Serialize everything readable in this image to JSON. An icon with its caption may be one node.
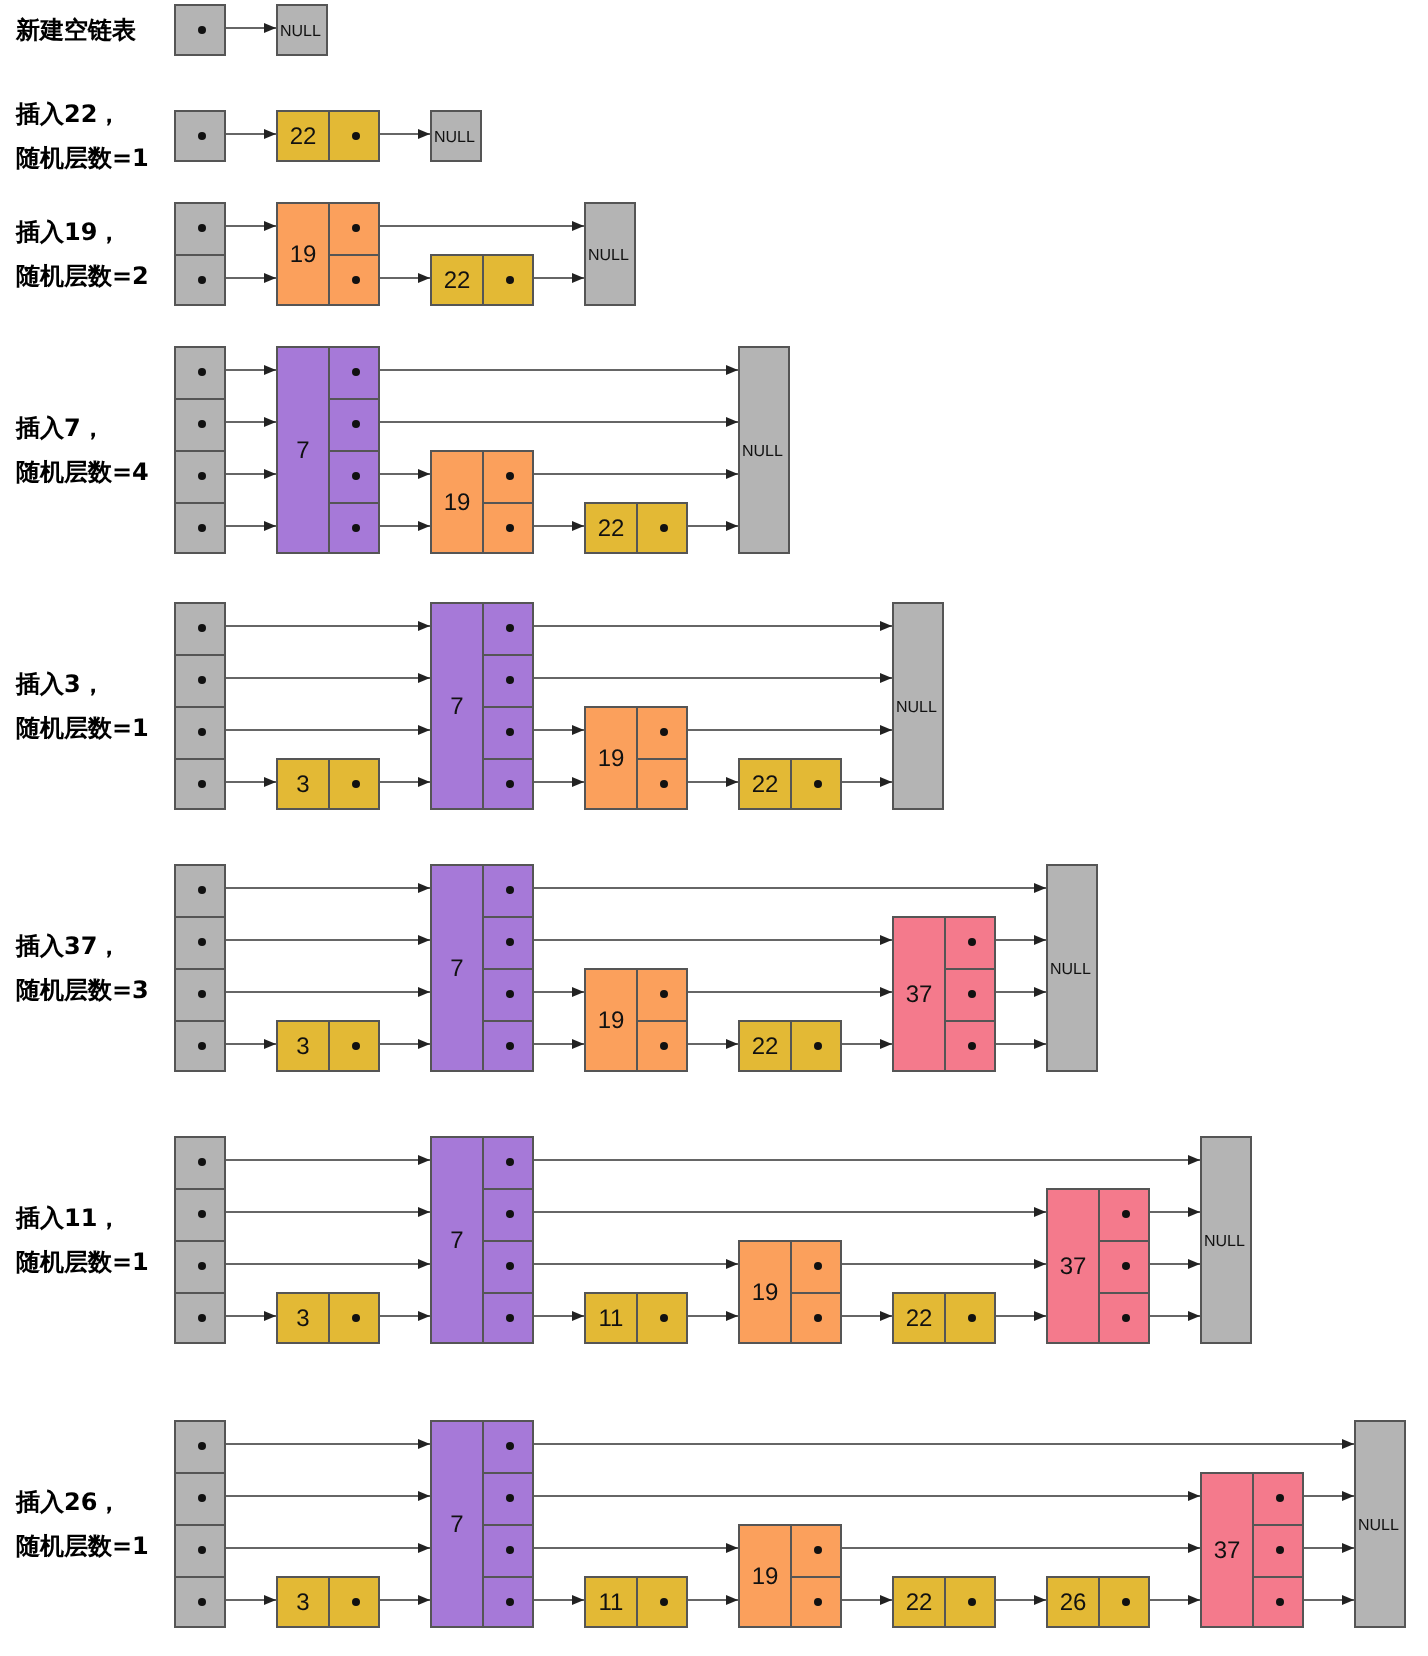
{
  "diagram": {
    "nodes": [
      {
        "text": [],
        "shape": "box"
      },
      {
        "text": [
          "NULL"
        ]
      },
      {
        "text": [],
        "shape": "box"
      },
      {
        "text": [
          "22"
        ]
      },
      {
        "text": [
          "NULL"
        ]
      },
      {
        "text": [],
        "shape": "box"
      },
      {
        "text": [
          "19"
        ]
      },
      {
        "text": [
          "22"
        ]
      },
      {
        "text": [
          "NULL"
        ]
      },
      {
        "text": [],
        "shape": "box"
      },
      {
        "text": [
          "7"
        ]
      },
      {
        "text": [
          "19"
        ]
      },
      {
        "text": [
          "22"
        ]
      },
      {
        "text": [
          "NULL"
        ]
      },
      {
        "text": [],
        "shape": "box"
      },
      {
        "text": [
          "3"
        ]
      },
      {
        "text": [
          "7"
        ]
      },
      {
        "text": [
          "19"
        ]
      },
      {
        "text": [
          "22"
        ]
      },
      {
        "text": [
          "NULL"
        ]
      },
      {
        "text": [],
        "shape": "box"
      },
      {
        "text": [
          "3"
        ]
      },
      {
        "text": [
          "7"
        ]
      },
      {
        "text": [
          "19"
        ]
      },
      {
        "text": [
          "22"
        ]
      },
      {
        "text": [
          "37"
        ]
      },
      {
        "text": [
          "NULL"
        ]
      },
      {
        "text": [],
        "shape": "box"
      },
      {
        "text": [
          "3"
        ]
      },
      {
        "text": [
          "7"
        ]
      },
      {
        "text": [
          "11"
        ]
      },
      {
        "text": [
          "19"
        ]
      },
      {
        "text": [
          "22"
        ]
      },
      {
        "text": [
          "37"
        ]
      },
      {
        "text": [
          "NULL"
        ]
      },
      {
        "text": [],
        "shape": "box"
      },
      {
        "text": [
          "3"
        ]
      },
      {
        "text": [
          "7"
        ]
      },
      {
        "text": [
          "11"
        ]
      },
      {
        "text": [
          "19"
        ]
      },
      {
        "text": [
          "22"
        ]
      },
      {
        "text": [
          "26"
        ]
      },
      {
        "text": [
          "37"
        ]
      },
      {
        "text": [
          "NULL"
        ]
      }
    ],
    "edges": [
      {
        "from": 0,
        "to": 1,
        "arrow": "to"
      },
      {
        "from": 2,
        "to": 3,
        "arrow": "to"
      },
      {
        "from": 3,
        "to": 4,
        "arrow": "to"
      },
      {
        "from": 5,
        "to": 6,
        "arrow": "to"
      },
      {
        "from": 6,
        "to": 8,
        "arrow": "to"
      },
      {
        "from": 5,
        "to": 6,
        "arrow": "to"
      },
      {
        "from": 6,
        "to": 7,
        "arrow": "to"
      },
      {
        "from": 7,
        "to": 8,
        "arrow": "to"
      },
      {
        "from": 9,
        "to": 10,
        "arrow": "to"
      },
      {
        "from": 10,
        "to": 13,
        "arrow": "to"
      },
      {
        "from": 9,
        "to": 10,
        "arrow": "to"
      },
      {
        "from": 10,
        "to": 13,
        "arrow": "to"
      },
      {
        "from": 9,
        "to": 10,
        "arrow": "to"
      },
      {
        "from": 10,
        "to": 11,
        "arrow": "to"
      },
      {
        "from": 11,
        "to": 13,
        "arrow": "to"
      },
      {
        "from": 9,
        "to": 10,
        "arrow": "to"
      },
      {
        "from": 10,
        "to": 11,
        "arrow": "to"
      },
      {
        "from": 11,
        "to": 12,
        "arrow": "to"
      },
      {
        "from": 12,
        "to": 13,
        "arrow": "to"
      },
      {
        "from": 14,
        "to": 16,
        "arrow": "to"
      },
      {
        "from": 16,
        "to": 19,
        "arrow": "to"
      },
      {
        "from": 14,
        "to": 16,
        "arrow": "to"
      },
      {
        "from": 16,
        "to": 19,
        "arrow": "to"
      },
      {
        "from": 14,
        "to": 16,
        "arrow": "to"
      },
      {
        "from": 16,
        "to": 17,
        "arrow": "to"
      },
      {
        "from": 17,
        "to": 19,
        "arrow": "to"
      },
      {
        "from": 14,
        "to": 15,
        "arrow": "to"
      },
      {
        "from": 15,
        "to": 16,
        "arrow": "to"
      },
      {
        "from": 16,
        "to": 17,
        "arrow": "to"
      },
      {
        "from": 17,
        "to": 18,
        "arrow": "to"
      },
      {
        "from": 18,
        "to": 19,
        "arrow": "to"
      },
      {
        "from": 20,
        "to": 22,
        "arrow": "to"
      },
      {
        "from": 22,
        "to": 26,
        "arrow": "to"
      },
      {
        "from": 20,
        "to": 22,
        "arrow": "to"
      },
      {
        "from": 22,
        "to": 25,
        "arrow": "to"
      },
      {
        "from": 25,
        "to": 26,
        "arrow": "to"
      },
      {
        "from": 20,
        "to": 22,
        "arrow": "to"
      },
      {
        "from": 22,
        "to": 23,
        "arrow": "to"
      },
      {
        "from": 23,
        "to": 25,
        "arrow": "to"
      },
      {
        "from": 25,
        "to": 26,
        "arrow": "to"
      },
      {
        "from": 20,
        "to": 21,
        "arrow": "to"
      },
      {
        "from": 21,
        "to": 22,
        "arrow": "to"
      },
      {
        "from": 22,
        "to": 23,
        "arrow": "to"
      },
      {
        "from": 23,
        "to": 24,
        "arrow": "to"
      },
      {
        "from": 24,
        "to": 25,
        "arrow": "to"
      },
      {
        "from": 25,
        "to": 26,
        "arrow": "to"
      },
      {
        "from": 27,
        "to": 29,
        "arrow": "to"
      },
      {
        "from": 29,
        "to": 34,
        "arrow": "to"
      },
      {
        "from": 27,
        "to": 29,
        "arrow": "to"
      },
      {
        "from": 29,
        "to": 33,
        "arrow": "to"
      },
      {
        "from": 33,
        "to": 34,
        "arrow": "to"
      },
      {
        "from": 27,
        "to": 29,
        "arrow": "to"
      },
      {
        "from": 29,
        "to": 31,
        "arrow": "to"
      },
      {
        "from": 31,
        "to": 33,
        "arrow": "to"
      },
      {
        "from": 33,
        "to": 34,
        "arrow": "to"
      },
      {
        "from": 27,
        "to": 28,
        "arrow": "to"
      },
      {
        "from": 28,
        "to": 29,
        "arrow": "to"
      },
      {
        "from": 29,
        "to": 30,
        "arrow": "to"
      },
      {
        "from": 30,
        "to": 31,
        "arrow": "to"
      },
      {
        "from": 31,
        "to": 32,
        "arrow": "to"
      },
      {
        "from": 32,
        "to": 33,
        "arrow": "to"
      },
      {
        "from": 33,
        "to": 34,
        "arrow": "to"
      },
      {
        "from": 35,
        "to": 37,
        "arrow": "to"
      },
      {
        "from": 37,
        "to": 43,
        "arrow": "to"
      },
      {
        "from": 35,
        "to": 37,
        "arrow": "to"
      },
      {
        "from": 37,
        "to": 42,
        "arrow": "to"
      },
      {
        "from": 42,
        "to": 43,
        "arrow": "to"
      },
      {
        "from": 35,
        "to": 37,
        "arrow": "to"
      },
      {
        "from": 37,
        "to": 39,
        "arrow": "to"
      },
      {
        "from": 39,
        "to": 42,
        "arrow": "to"
      },
      {
        "from": 42,
        "to": 43,
        "arrow": "to"
      },
      {
        "from": 35,
        "to": 36,
        "arrow": "to"
      },
      {
        "from": 36,
        "to": 37,
        "arrow": "to"
      },
      {
        "from": 37,
        "to": 38,
        "arrow": "to"
      },
      {
        "from": 38,
        "to": 39,
        "arrow": "to"
      },
      {
        "from": 39,
        "to": 40,
        "arrow": "to"
      },
      {
        "from": 40,
        "to": 41,
        "arrow": "to"
      },
      {
        "from": 41,
        "to": 42,
        "arrow": "to"
      },
      {
        "from": 42,
        "to": 43,
        "arrow": "to"
      }
    ],
    "labels": [
      "新建空链表",
      "插入22，随机层数=1",
      "插入19，随机层数=2",
      "插入7，随机层数=4",
      "插入3，随机层数=1",
      "插入37，随机层数=3",
      "插入11，随机层数=1",
      "插入26，随机层数=1"
    ]
  }
}
